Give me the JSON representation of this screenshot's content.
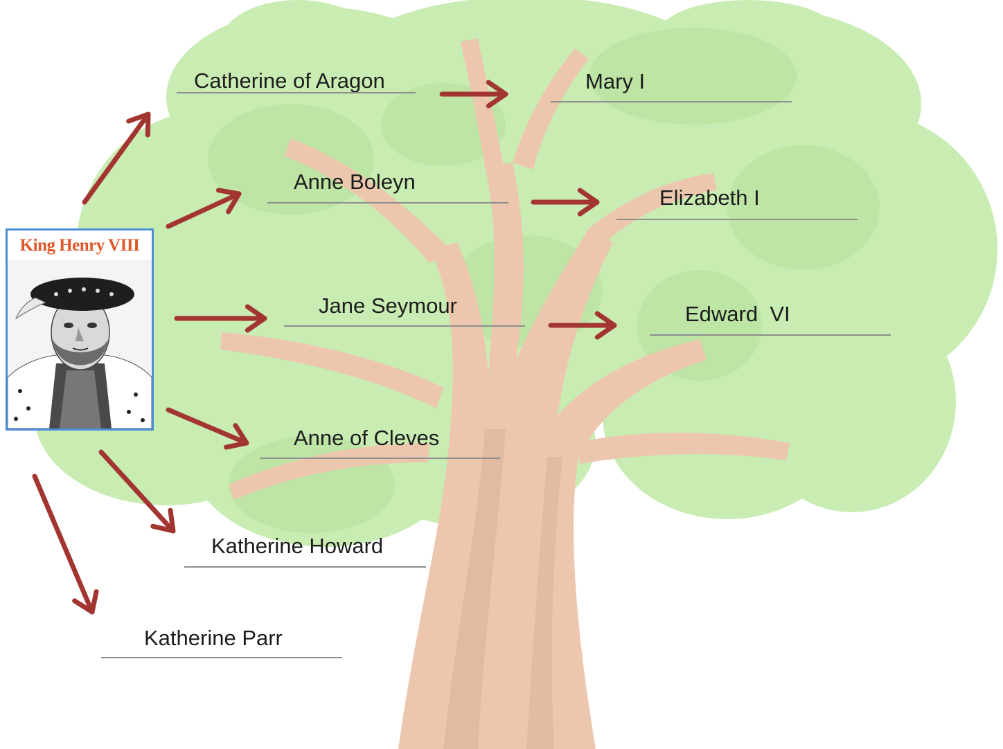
{
  "portrait": {
    "title": "King Henry VIII",
    "icon": "king-henry-viii-portrait",
    "title_color": "#e0562a",
    "frame_color": "#4a8fd6"
  },
  "wives": [
    {
      "name": "Catherine of Aragon"
    },
    {
      "name": "Anne Boleyn"
    },
    {
      "name": "Jane Seymour"
    },
    {
      "name": "Anne of Cleves"
    },
    {
      "name": "Katherine Howard"
    },
    {
      "name": "Katherine Parr"
    }
  ],
  "children": [
    {
      "name": "Mary I"
    },
    {
      "name": "Elizabeth I"
    },
    {
      "name": "Edward  VI"
    }
  ],
  "colors": {
    "arrow": "#a33530",
    "foliage": "#c8ebb0",
    "trunk": "#ecc7ae",
    "underline": "#8e8e8e"
  }
}
